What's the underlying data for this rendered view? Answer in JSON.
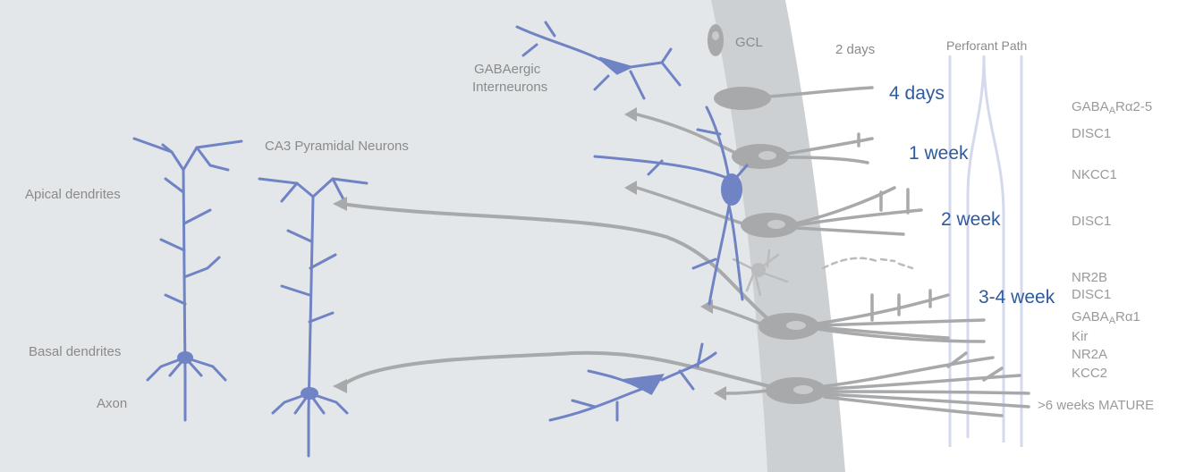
{
  "labels": {
    "gabaergic_line1": "GABAergic",
    "gabaergic_line2": "Interneurons",
    "gcl": "GCL",
    "two_days": "2 days",
    "perforant_path": "Perforant Path",
    "ca3": "CA3 Pyramidal Neurons",
    "apical": "Apical dendrites",
    "basal": "Basal dendrites",
    "axon": "Axon"
  },
  "stages": {
    "four_days": "4 days",
    "one_week": "1 week",
    "two_week": "2 week",
    "three_four_week": "3-4 week",
    "mature": ">6 weeks MATURE"
  },
  "markers": {
    "gabaa_a25_pre": "GABA",
    "gabaa_a25_sub": "A",
    "gabaa_a25_post": "Rα2-5",
    "disc1_a": "DISC1",
    "nkcc1": "NKCC1",
    "disc1_b": "DISC1",
    "nr2b": "NR2B",
    "disc1_c": "DISC1",
    "gabaa_a1_pre": "GABA",
    "gabaa_a1_sub": "A",
    "gabaa_a1_post": "Rα1",
    "kir": "Kir",
    "nr2a": "NR2A",
    "kcc2": "KCC2"
  },
  "colors": {
    "background_left": "#e4e7e9",
    "background_right": "#ffffff",
    "gcl_band": "#cdd0d2",
    "neuron_grey": "#a7a9ab",
    "neuron_blue": "#7083c4",
    "stage_text": "#2f5a9c",
    "marker_text": "#9a9a9a",
    "perforant_path": "#d4d9ee"
  }
}
